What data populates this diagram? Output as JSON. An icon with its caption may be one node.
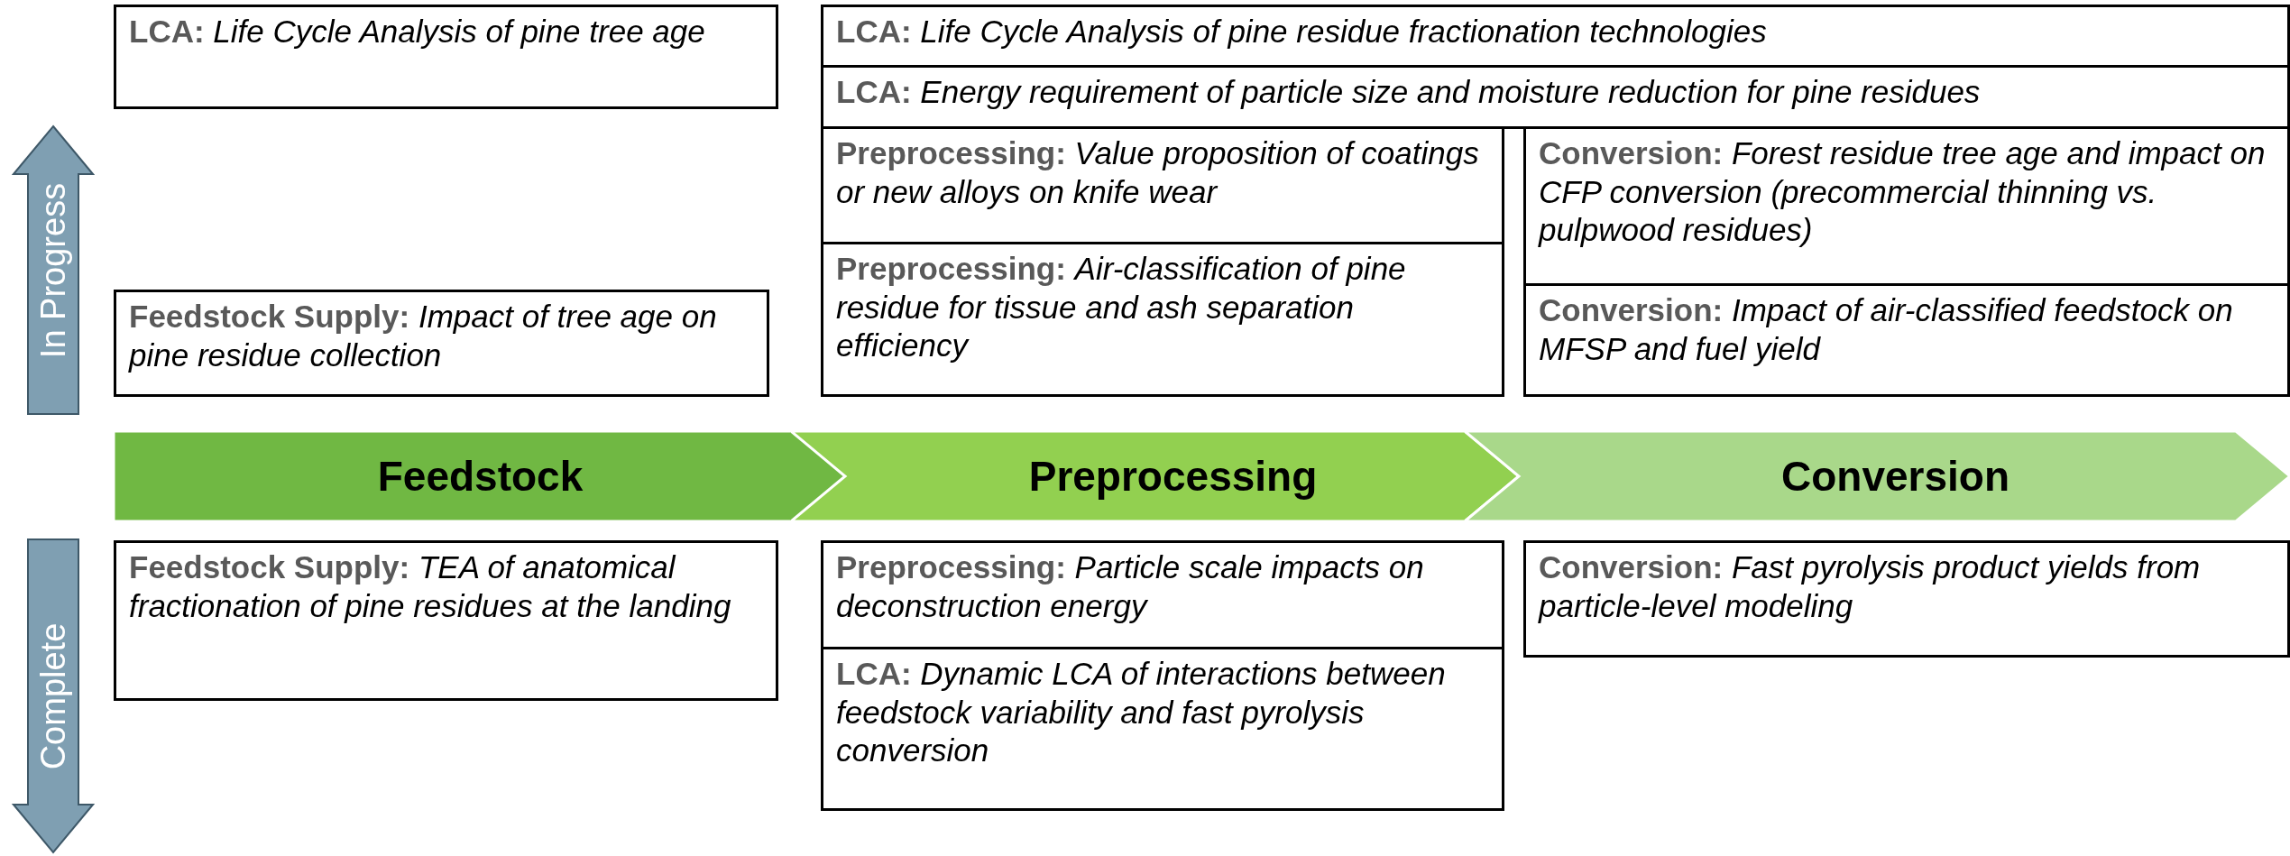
{
  "diagram": {
    "nodes": [
      {
        "text": [
          "In Progress"
        ]
      },
      {
        "text": [
          "LCA:",
          "Life Cycle Analysis of pine tree age"
        ]
      },
      {
        "text": [
          "LCA:",
          "Life Cycle Analysis of pine residue fractionation technologies"
        ]
      },
      {
        "text": [
          "LCA:",
          "Energy requirement of particle size and moisture reduction for pine residues"
        ]
      },
      {
        "text": [
          "Preprocessing:",
          "Value proposition of coatings or new alloys on knife wear"
        ]
      },
      {
        "text": [
          "Conversion:",
          "Forest residue tree age and impact on CFP conversion (precommercial thinning vs. pulpwood residues)"
        ]
      },
      {
        "text": [
          "Feedstock Supply:",
          "Impact of tree age on pine residue collection"
        ]
      },
      {
        "text": [
          "Preprocessing:",
          "Air-classification of pine residue for tissue and ash separation efficiency"
        ]
      },
      {
        "text": [
          "Conversion:",
          "Impact of air-classified feedstock on MFSP and fuel yield"
        ]
      },
      {
        "text": [
          "Feedstock"
        ]
      },
      {
        "text": [
          "Preprocessing"
        ]
      },
      {
        "text": [
          "Conversion"
        ]
      },
      {
        "text": [
          "Complete"
        ]
      },
      {
        "text": [
          "Feedstock Supply:",
          "TEA of anatomical fractionation of pine residues at the landing"
        ]
      },
      {
        "text": [
          "Preprocessing:",
          "Particle scale impacts on deconstruction energy"
        ]
      },
      {
        "text": [
          "Conversion:",
          "Fast pyrolysis product yields from particle-level modeling"
        ]
      },
      {
        "text": [
          "LCA:",
          "Dynamic LCA of interactions between feedstock variability and fast pyrolysis conversion"
        ]
      }
    ],
    "edges": []
  }
}
